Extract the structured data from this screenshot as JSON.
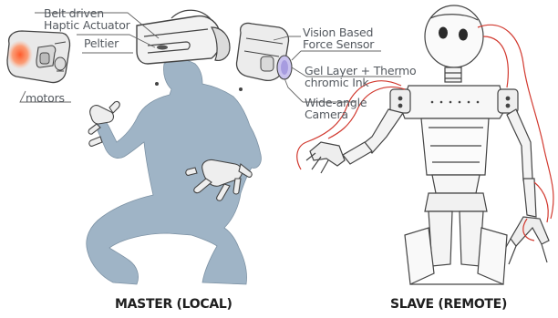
{
  "master": {
    "caption": "MASTER (LOCAL)",
    "labels": {
      "belt_driven": "Belt driven",
      "haptic_actuator": "Haptic Actuator",
      "peltier": "Peltier",
      "motors": "motors"
    }
  },
  "slave": {
    "caption": "SLAVE (REMOTE)",
    "labels": {
      "vision_based": "Vision Based",
      "force_sensor": "Force Sensor",
      "gel_layer": "Gel Layer + Thermo",
      "chromic_ink": "chromic Ink",
      "wide_angle": "Wide-angle",
      "camera": "Camera"
    }
  },
  "colors": {
    "operator_fill": "#9fb4c6",
    "line": "#555555",
    "cable": "#d23a30",
    "heat": "#ff6a3a"
  },
  "icons": [
    "vr-headset-icon",
    "haptic-glove-icon",
    "fingertip-sensor-icon",
    "humanoid-robot-icon"
  ]
}
